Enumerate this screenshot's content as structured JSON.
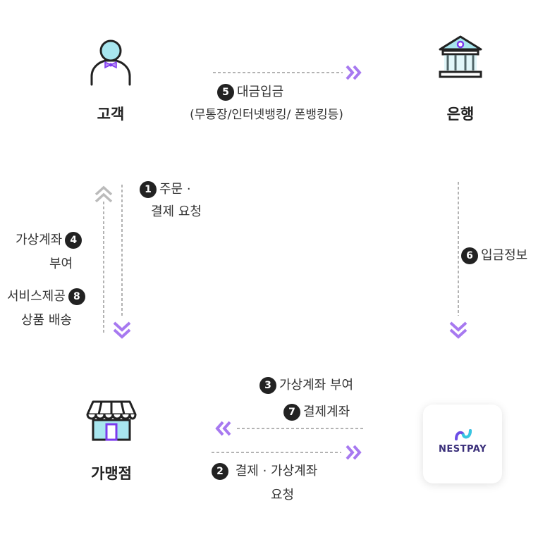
{
  "nodes": {
    "customer": "고객",
    "bank": "은행",
    "merchant": "가맹점",
    "nestpay_logo": "NESTPAY"
  },
  "steps": {
    "s1": {
      "num": "1",
      "line1": "주문 ·",
      "line2": "결제 요청"
    },
    "s2": {
      "num": "2",
      "line1": "결제 · 가상계좌",
      "line2": "요청"
    },
    "s3": {
      "num": "3",
      "text": "가상계좌 부여"
    },
    "s4": {
      "num": "4",
      "line1": "가상계좌",
      "line2": "부여"
    },
    "s5": {
      "num": "5",
      "line1": "대금입금",
      "line2": "(무통장/인터넷뱅킹/ 폰뱅킹등)"
    },
    "s6": {
      "num": "6",
      "text": "입금정보"
    },
    "s7": {
      "num": "7",
      "text": "결제계좌"
    },
    "s8": {
      "num": "8",
      "line1": "서비스제공",
      "line2": "상품 배송"
    }
  },
  "colors": {
    "accent": "#a779f0",
    "arrow_gray": "#9a9a9a",
    "icon_fill": "#a8e6ef",
    "dark": "#222222"
  }
}
